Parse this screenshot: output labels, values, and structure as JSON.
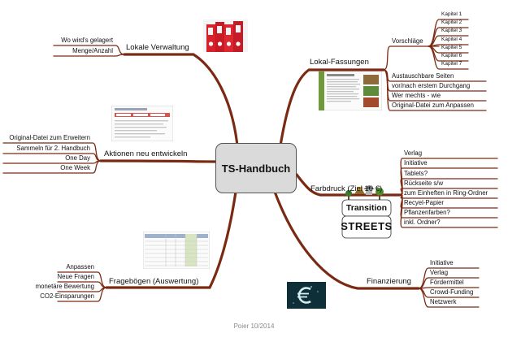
{
  "central": "TS-Handbuch",
  "branch_color": "#7a2a12",
  "branches": {
    "lokale": {
      "label": "Lokale Verwaltung",
      "items": [
        "Wo wird's gelagert",
        "Menge/Anzahl"
      ]
    },
    "aktionen": {
      "label": "Aktionen neu entwickeln",
      "items": [
        "Original-Datei zum Erweitern",
        "Sammeln für 2. Handbuch",
        "One Day",
        "One Week"
      ]
    },
    "frageboegen": {
      "label": "Fragebögen (Auswertung)",
      "items": [
        "Anpassen",
        "Neue Fragen",
        "monetäre Bewertung",
        "CO2-Einsparungen"
      ]
    },
    "lokalfassungen": {
      "label": "Lokal-Fassungen",
      "vorschlaege": {
        "label": "Vorschläge",
        "kapitel": [
          "Kapitel 1",
          "Kapitel 2",
          "Kapitel 3",
          "Kapitel 4",
          "Kapitel 5",
          "Kapitel 6",
          "Kapitel 7"
        ]
      },
      "items": [
        "Austauschbare Seiten",
        "vor/nach erstem Durchgang",
        "Wer mechts - wie",
        "Original-Datei zum Anpassen"
      ]
    },
    "farbdruck": {
      "label": "Farbdruck (Ziel 10 €)",
      "items": [
        "Verlag",
        "Initiative",
        "Tablets?",
        "Rückseite s/w",
        "zum Einheften in Ring-Ordner",
        "Recyel-Papier",
        "Pflanzenfarben?",
        "inkl. Ordner?"
      ]
    },
    "finanzierung": {
      "label": "Finanzierung",
      "items": [
        "Initiative",
        "Verlag",
        "Fördermittel",
        "Crowd-Funding",
        "Netzwerk"
      ]
    }
  },
  "logo": {
    "line1": "Transition",
    "line2": "STREETS"
  },
  "footer": "Poier 10/2014"
}
